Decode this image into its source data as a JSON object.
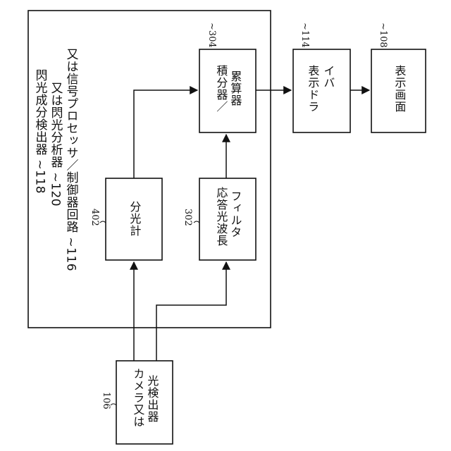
{
  "diagram": {
    "outer_box": {
      "title_lines": [
        "閃光成分検出器 ~118",
        "又は閃光分析器 ~120",
        "又は信号プロセッサ／制御器回路 ~116"
      ]
    },
    "spectrometer": {
      "label": "分光計",
      "ref": "402"
    },
    "filter": {
      "label_lines": [
        "応答光波長",
        "フィルタ"
      ],
      "ref": "302"
    },
    "integrator": {
      "label_lines": [
        "積分器／",
        "累算器"
      ],
      "ref": "~304"
    },
    "display_driver": {
      "label_lines": [
        "表示ドラ",
        "イバ"
      ],
      "ref": "~114"
    },
    "display_screen": {
      "label": "表示画面",
      "ref": "~108"
    },
    "camera": {
      "label_lines": [
        "カメラ又は",
        "光検出器"
      ],
      "ref": "106"
    }
  }
}
